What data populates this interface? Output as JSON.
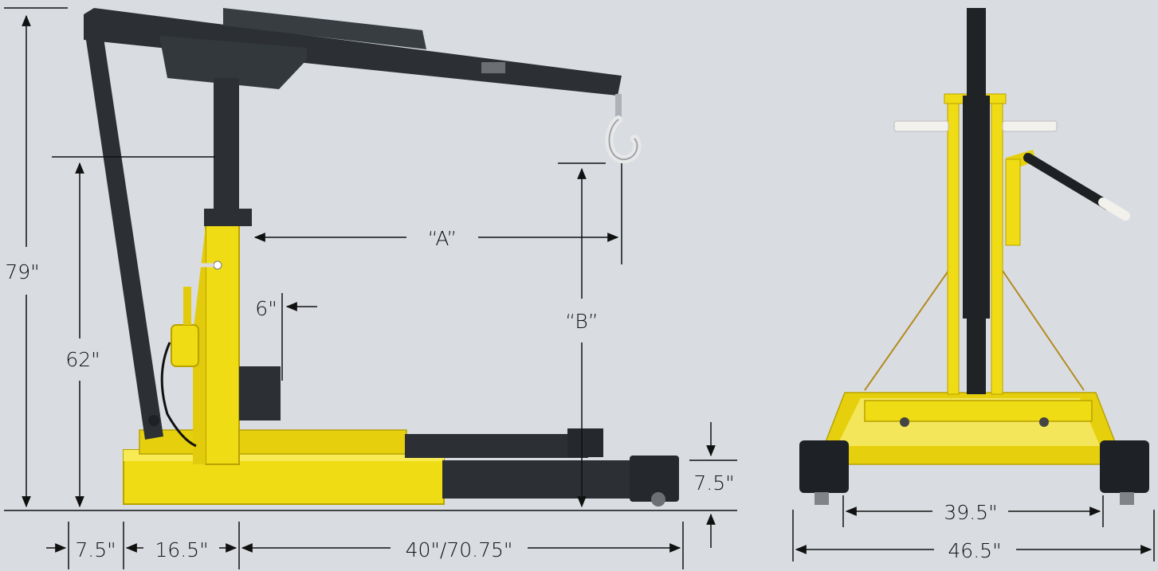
{
  "dimensions": {
    "overall_height": "79\"",
    "boom_pivot_height": "62\"",
    "reach": "“A”",
    "hook_height": "“B”",
    "mast_offset": "6\"",
    "leg_height": "7.5\"",
    "rear_to_mast": "7.5\"",
    "mast_to_legs": "16.5\"",
    "leg_length": "40\"/70.75\"",
    "inner_width": "39.5\"",
    "outer_width": "46.5\""
  },
  "colors": {
    "background": "#d9dde2",
    "frame_yellow": "#f0dc14",
    "boom_dark": "#2c3034",
    "line": "#111111"
  },
  "icons": [
    "lifting-hook-icon"
  ]
}
